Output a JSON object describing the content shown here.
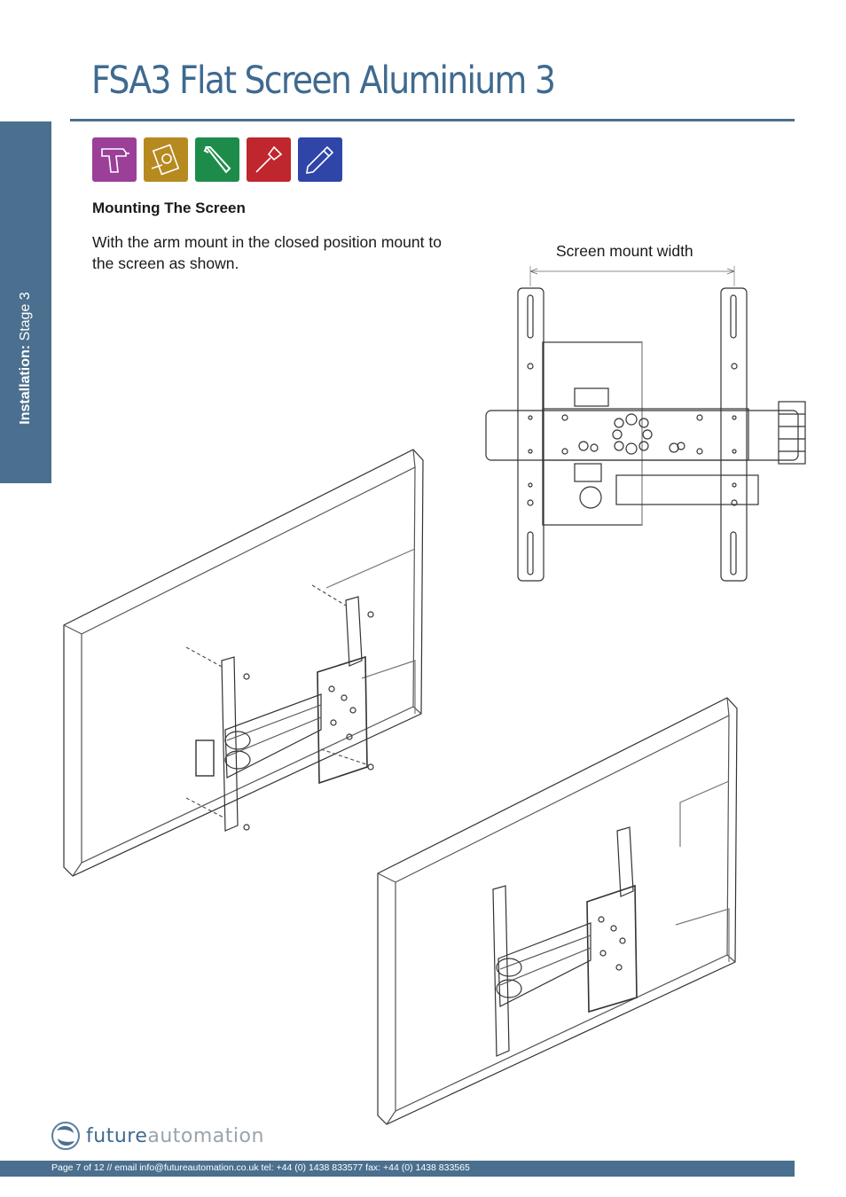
{
  "header": {
    "title": "FSA3 Flat Screen Aluminium 3"
  },
  "sidebar": {
    "label_bold": "Installation:",
    "label_rest": " Stage 3"
  },
  "tools": [
    {
      "icon": "drill-icon",
      "color": "#9b3f98"
    },
    {
      "icon": "tape-measure-icon",
      "color": "#b78a1f"
    },
    {
      "icon": "allen-key-icon",
      "color": "#1d8c4a"
    },
    {
      "icon": "screwdriver-icon",
      "color": "#c0262d"
    },
    {
      "icon": "pencil-icon",
      "color": "#2f46a8"
    }
  ],
  "section": {
    "heading": "Mounting The Screen",
    "body": "With the arm mount in the closed position mount to the screen as shown."
  },
  "diagram": {
    "dimension_label": "Screen mount width"
  },
  "footer": {
    "logo_primary": "future",
    "logo_secondary": "automation",
    "contact": "Page 7 of 12 // email info@futureautomation.co.uk  tel: +44 (0) 1438 833577  fax: +44 (0) 1438 833565"
  },
  "colors": {
    "brand_blue": "#4b6f8e",
    "title_blue": "#3f6a90",
    "logo_grey": "#9aa3ab"
  }
}
